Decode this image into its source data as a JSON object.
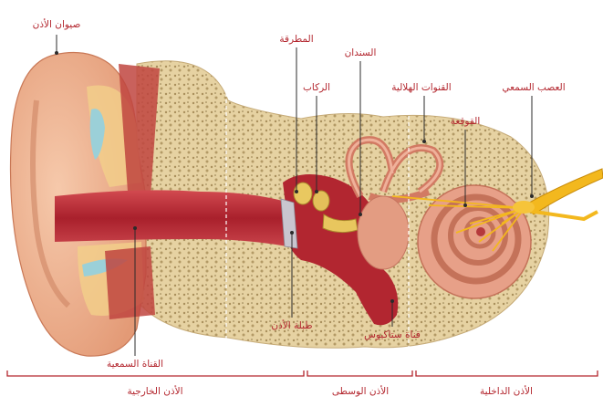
{
  "labels": {
    "pinna": "صيوان الأذن",
    "malleus": "المطرقة",
    "incus": "السندان",
    "stapes": "الركاب",
    "semicircular_canals": "القنوات الهلالية",
    "auditory_nerve": "العصب السمعي",
    "cochlea": "القوقعة",
    "eardrum": "طبلة الأذن",
    "eustachian_tube": "قناة ستاكيوس",
    "ear_canal": "القناة السمعية"
  },
  "sections": {
    "outer": "الأذن الخارجية",
    "middle": "الأذن الوسطى",
    "inner": "الأذن الداخلية"
  },
  "colors": {
    "label_text": "#b3262e",
    "skin": "#f0b694",
    "bone": "#e9d6a6",
    "canal": "#b5323a",
    "nerve": "#f3b81e"
  }
}
